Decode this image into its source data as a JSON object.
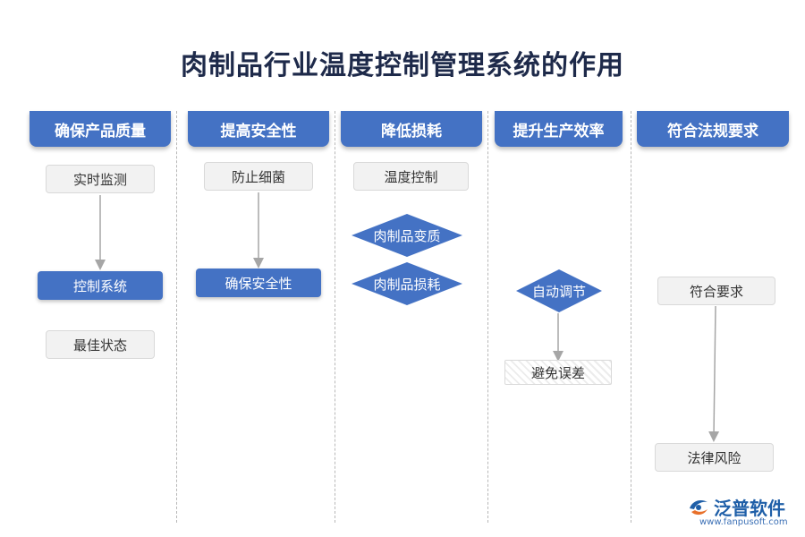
{
  "title": "肉制品行业温度控制管理系统的作用",
  "columns": [
    {
      "header": "确保产品质量",
      "nodes": [
        "实时监测",
        "控制系统",
        "最佳状态"
      ]
    },
    {
      "header": "提高安全性",
      "nodes": [
        "防止细菌",
        "确保安全性"
      ]
    },
    {
      "header": "降低损耗",
      "nodes": [
        "温度控制",
        "肉制品变质",
        "肉制品损耗"
      ]
    },
    {
      "header": "提升生产效率",
      "nodes": [
        "自动调节",
        "避免误差"
      ]
    },
    {
      "header": "符合法规要求",
      "nodes": [
        "符合要求",
        "法律风险"
      ]
    }
  ],
  "logo": {
    "name": "泛普软件",
    "url": "www.fanpusoft.com",
    "icon": "fanpu-logo-icon"
  },
  "colors": {
    "accent": "#4472c4",
    "title": "#1e2a4a",
    "box_gray": "#f2f2f2"
  }
}
